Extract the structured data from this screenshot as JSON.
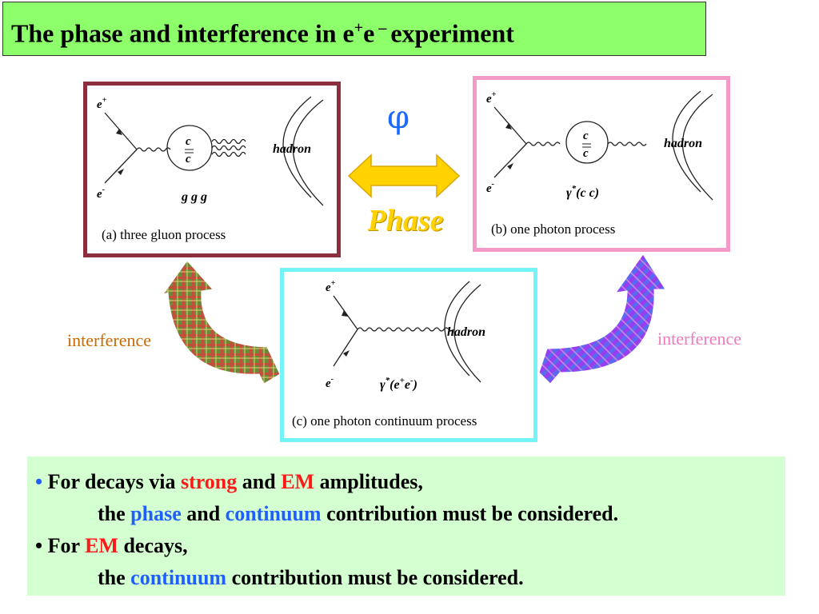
{
  "title": {
    "prefix": "The phase and interference  in e",
    "sup1": "+",
    "mid": "e",
    "sup2": " – ",
    "suffix": "experiment"
  },
  "panel_a": {
    "e_plus": "e",
    "e_plus_sup": "+",
    "e_minus": "e",
    "e_minus_sup": "-",
    "c_top": "c",
    "c_bottom": "c",
    "hadron": "hadron",
    "ggg": "g g g",
    "caption": "(a) three gluon process"
  },
  "panel_b": {
    "e_plus": "e",
    "e_plus_sup": "+",
    "e_minus": "e",
    "e_minus_sup": "-",
    "c_top": "c",
    "c_bottom": "c",
    "hadron": "hadron",
    "gamma_label": "γ",
    "gamma_sup": "*",
    "gamma_arg": "(c c)",
    "caption": "(b) one photon process"
  },
  "panel_c": {
    "e_plus": "e",
    "e_plus_sup": "+",
    "e_minus": "e",
    "e_minus_sup": "-",
    "hadron": "hadron",
    "gamma_label": "γ",
    "gamma_sup": "*",
    "gamma_arg_open": "(e",
    "gamma_arg_sup1": "+",
    "gamma_arg_mid": "e",
    "gamma_arg_sup2": "-",
    "gamma_arg_close": ")",
    "caption": "(c) one photon continuum process"
  },
  "phi_symbol": "φ",
  "phase_word": "Phase",
  "interference_left": "interference",
  "interference_right": "interference",
  "bullets": {
    "b1_bullet": "•",
    "b1_a": " For decays via ",
    "b1_strong": "strong",
    "b1_b": " and ",
    "b1_em": "EM",
    "b1_c": " amplitudes,",
    "b1l2_a": "the ",
    "b1l2_phase": "phase",
    "b1l2_b": " and ",
    "b1l2_continuum": "continuum",
    "b1l2_c": " contribution must be considered.",
    "b2_bullet": "•",
    "b2_a": " For  ",
    "b2_em": "EM",
    "b2_b": " decays,",
    "b2l2_a": "the  ",
    "b2l2_continuum": "continuum",
    "b2l2_b": " contribution must be considered."
  },
  "colors": {
    "title_bg": "#8cff6a",
    "panel_a_border": "#8b2f3f",
    "panel_b_border": "#f49ac8",
    "panel_c_border": "#72f4f9",
    "phi": "#1a6aff",
    "phase_arrow": "#ffd200",
    "bottom_bg": "#d4ffd0",
    "highlight_blue": "#1f5fff",
    "highlight_red": "#ff1a1a",
    "interf_left": "#c86a00",
    "interf_right": "#f07ac0"
  }
}
